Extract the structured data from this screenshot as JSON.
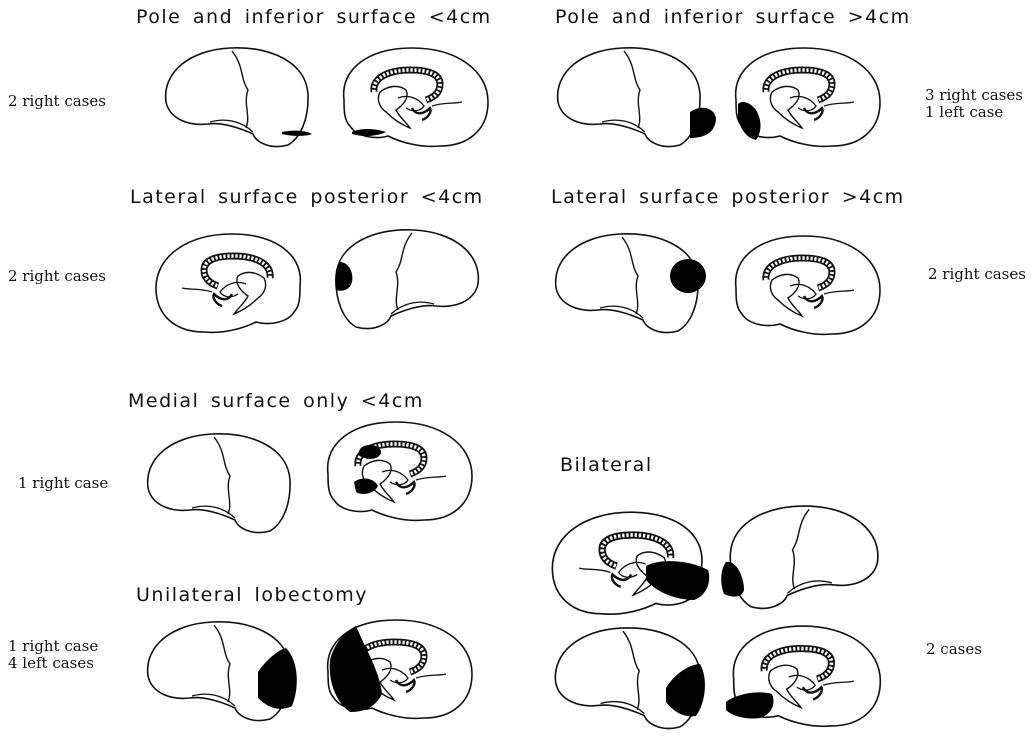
{
  "panels": [
    {
      "title": "Pole and inferior surface <4cm",
      "cases": [
        "2 right cases"
      ]
    },
    {
      "title": "Pole and inferior surface >4cm",
      "cases": [
        "3 right cases",
        "1 left case"
      ]
    },
    {
      "title": "Lateral surface posterior <4cm",
      "cases": [
        "2 right cases"
      ]
    },
    {
      "title": "Lateral surface posterior >4cm",
      "cases": [
        "2 right cases"
      ]
    },
    {
      "title": "Medial surface only <4cm",
      "cases": [
        "1 right case"
      ]
    },
    {
      "title": "Bilateral",
      "cases": [
        "2 cases"
      ]
    },
    {
      "title": "Unilateral lobectomy",
      "cases": [
        "1 right case",
        "4 left cases"
      ]
    }
  ],
  "colors": {
    "outline": "#111111",
    "lesion": "#000000",
    "background": "#ffffff"
  }
}
